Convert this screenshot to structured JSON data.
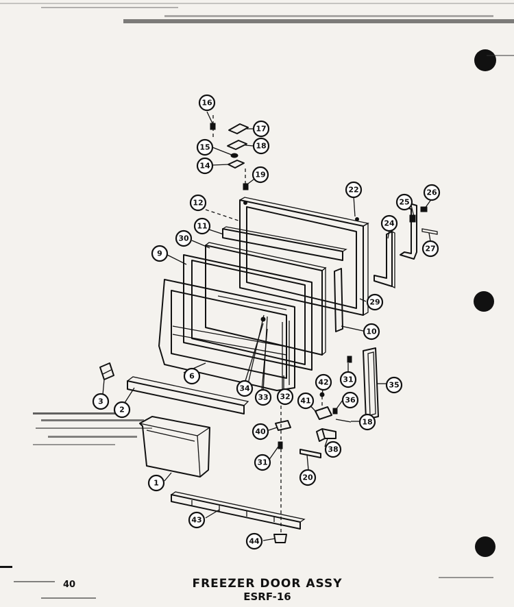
{
  "page": {
    "title": "FREEZER DOOR ASSY",
    "model": "ESRF-16",
    "page_number": "40"
  },
  "callouts": [
    {
      "id": "c16",
      "label": "16"
    },
    {
      "id": "c17",
      "label": "17"
    },
    {
      "id": "c18a",
      "label": "18"
    },
    {
      "id": "c15",
      "label": "15"
    },
    {
      "id": "c14",
      "label": "14"
    },
    {
      "id": "c19",
      "label": "19"
    },
    {
      "id": "c22",
      "label": "22"
    },
    {
      "id": "c12",
      "label": "12"
    },
    {
      "id": "c25",
      "label": "25"
    },
    {
      "id": "c26",
      "label": "26"
    },
    {
      "id": "c11",
      "label": "11"
    },
    {
      "id": "c24",
      "label": "24"
    },
    {
      "id": "c27",
      "label": "27"
    },
    {
      "id": "c30",
      "label": "30"
    },
    {
      "id": "c9",
      "label": "9"
    },
    {
      "id": "c29",
      "label": "29"
    },
    {
      "id": "c10",
      "label": "10"
    },
    {
      "id": "c6",
      "label": "6"
    },
    {
      "id": "c34",
      "label": "34"
    },
    {
      "id": "c33",
      "label": "33"
    },
    {
      "id": "c32",
      "label": "32"
    },
    {
      "id": "c31a",
      "label": "31"
    },
    {
      "id": "c35",
      "label": "35"
    },
    {
      "id": "c42",
      "label": "42"
    },
    {
      "id": "c41",
      "label": "41"
    },
    {
      "id": "c36",
      "label": "36"
    },
    {
      "id": "c18b",
      "label": "18"
    },
    {
      "id": "c3",
      "label": "3"
    },
    {
      "id": "c2",
      "label": "2"
    },
    {
      "id": "c40",
      "label": "40"
    },
    {
      "id": "c38",
      "label": "38"
    },
    {
      "id": "c31b",
      "label": "31"
    },
    {
      "id": "c20",
      "label": "20"
    },
    {
      "id": "c1",
      "label": "1"
    },
    {
      "id": "c43",
      "label": "43"
    },
    {
      "id": "c44",
      "label": "44"
    }
  ]
}
